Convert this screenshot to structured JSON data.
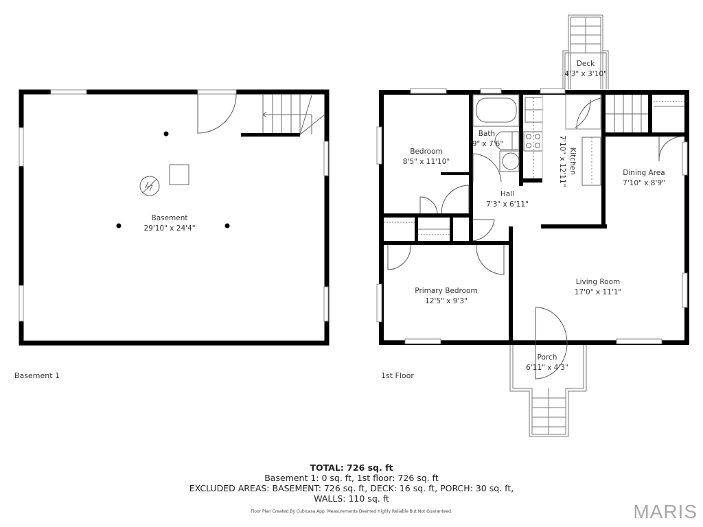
{
  "floors": [
    {
      "label": "Basement 1",
      "rooms": [
        {
          "name": "Basement",
          "dims": "29'10\" x 24'4\""
        }
      ]
    },
    {
      "label": "1st Floor",
      "rooms": [
        {
          "name": "Bedroom",
          "dims": "8'5\" x 11'10\""
        },
        {
          "name": "Bath",
          "dims": "'9\" x 7'6\""
        },
        {
          "name": "Kitchen",
          "dims": "7'10\" x 12'11\""
        },
        {
          "name": "Deck",
          "dims": "4'3\" x 3'10\""
        },
        {
          "name": "Dining Area",
          "dims": "7'10\" x 8'9\""
        },
        {
          "name": "Hall",
          "dims": "7'3\" x 6'11\""
        },
        {
          "name": "Primary Bedroom",
          "dims": "12'5\" x 9'3\""
        },
        {
          "name": "Living Room",
          "dims": "17'0\" x 11'1\""
        },
        {
          "name": "Porch",
          "dims": "6'11\" x 4'3\""
        }
      ]
    }
  ],
  "summary": {
    "total": "TOTAL: 726 sq. ft",
    "line1": "Basement 1: 0 sq. ft, 1st floor: 726 sq. ft",
    "line2": "EXCLUDED AREAS: BASEMENT: 726 sq. ft, DECK: 16 sq. ft, PORCH: 30 sq. ft,",
    "line3": "WALLS: 110 sq. ft"
  },
  "disclaimer": "Floor Plan Created By Cubicasa App. Measurements Deemed Highly Reliable But Not Guaranteed.",
  "brand": "MARIS",
  "colors": {
    "wall": "#000000",
    "fixture": "#666666",
    "brand": "#a8a8a8"
  }
}
